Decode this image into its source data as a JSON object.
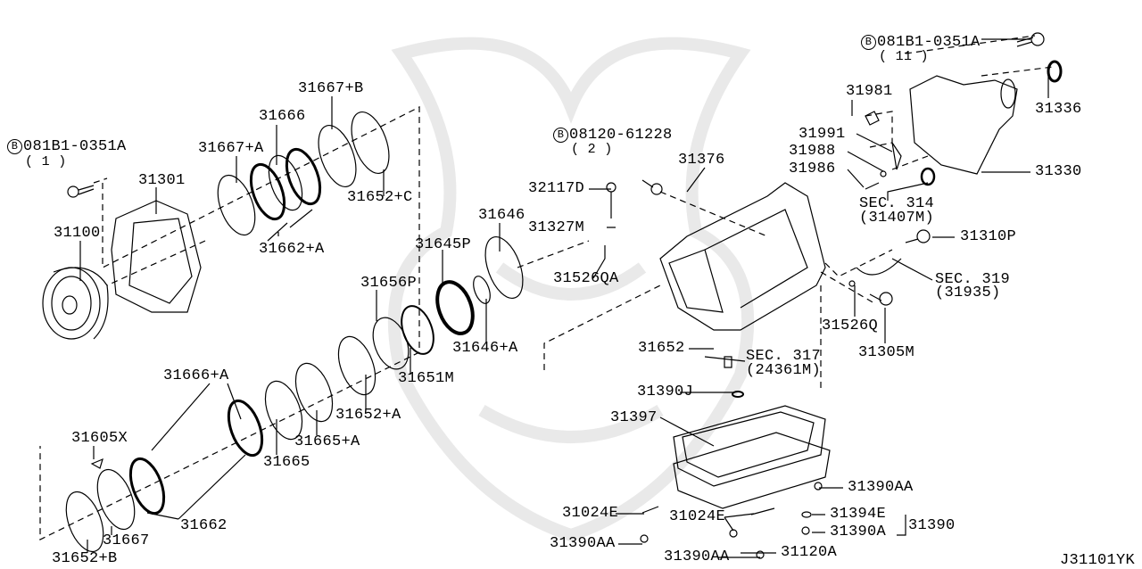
{
  "diagram_id": "J31101YK",
  "bolt_symbol": "B",
  "labels": {
    "bolt_left": "081B1-0351A",
    "bolt_left_qty": "( 1 )",
    "p31100": "31100",
    "p31301": "31301",
    "p31667A": "31667+A",
    "p31666": "31666",
    "p31667B": "31667+B",
    "p31652C": "31652+C",
    "p31662A": "31662+A",
    "p31645P": "31645P",
    "p31646": "31646",
    "p31656P": "31656P",
    "p31646A": "31646+A",
    "p31651M": "31651M",
    "p31652A": "31652+A",
    "p31665A": "31665+A",
    "p31665": "31665",
    "p31666A": "31666+A",
    "p31605X": "31605X",
    "p31662": "31662",
    "p31667": "31667",
    "p31652B": "31652+B",
    "bolt_mid": "08120-61228",
    "bolt_mid_qty": "( 2 )",
    "p31376": "31376",
    "p32117D": "32117D",
    "p31327M": "31327M",
    "p31526QA": "31526QA",
    "bolt_right": "081B1-0351A",
    "bolt_right_qty": "( 11 )",
    "p31981": "31981",
    "p31336": "31336",
    "p31991": "31991",
    "p31988": "31988",
    "p31986": "31986",
    "p31330": "31330",
    "sec314": "SEC. 314",
    "sec314_ref": "(31407M)",
    "p31310P": "31310P",
    "sec319": "SEC. 319",
    "sec319_ref": "(31935)",
    "p31526Q": "31526Q",
    "p31305M": "31305M",
    "p31652": "31652",
    "sec317": "SEC. 317",
    "sec317_ref": "(24361M)",
    "p31390J": "31390J",
    "p31397": "31397",
    "p31390AA_r": "31390AA",
    "p31024E_l": "31024E",
    "p31024E_r": "31024E",
    "p31394E": "31394E",
    "p31390": "31390",
    "p31390A": "31390A",
    "p31390AA_l": "31390AA",
    "p31120A": "31120A",
    "p31390AA_b": "31390AA"
  }
}
